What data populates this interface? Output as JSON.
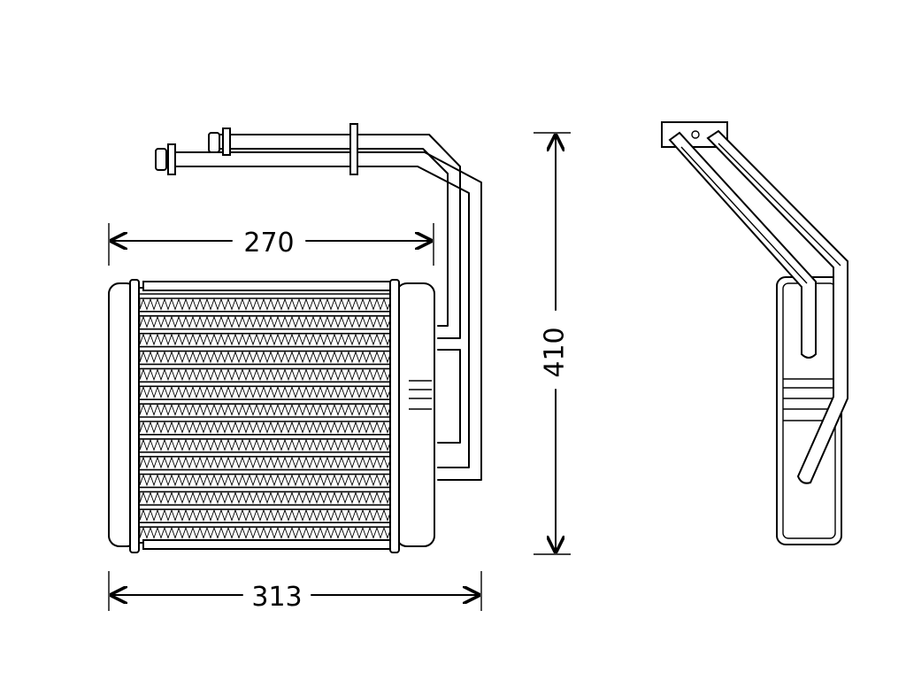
{
  "drawing": {
    "dimensions": {
      "core_width": "270",
      "overall_width": "313",
      "height": "410"
    },
    "views": [
      "front-view",
      "side-view"
    ]
  }
}
